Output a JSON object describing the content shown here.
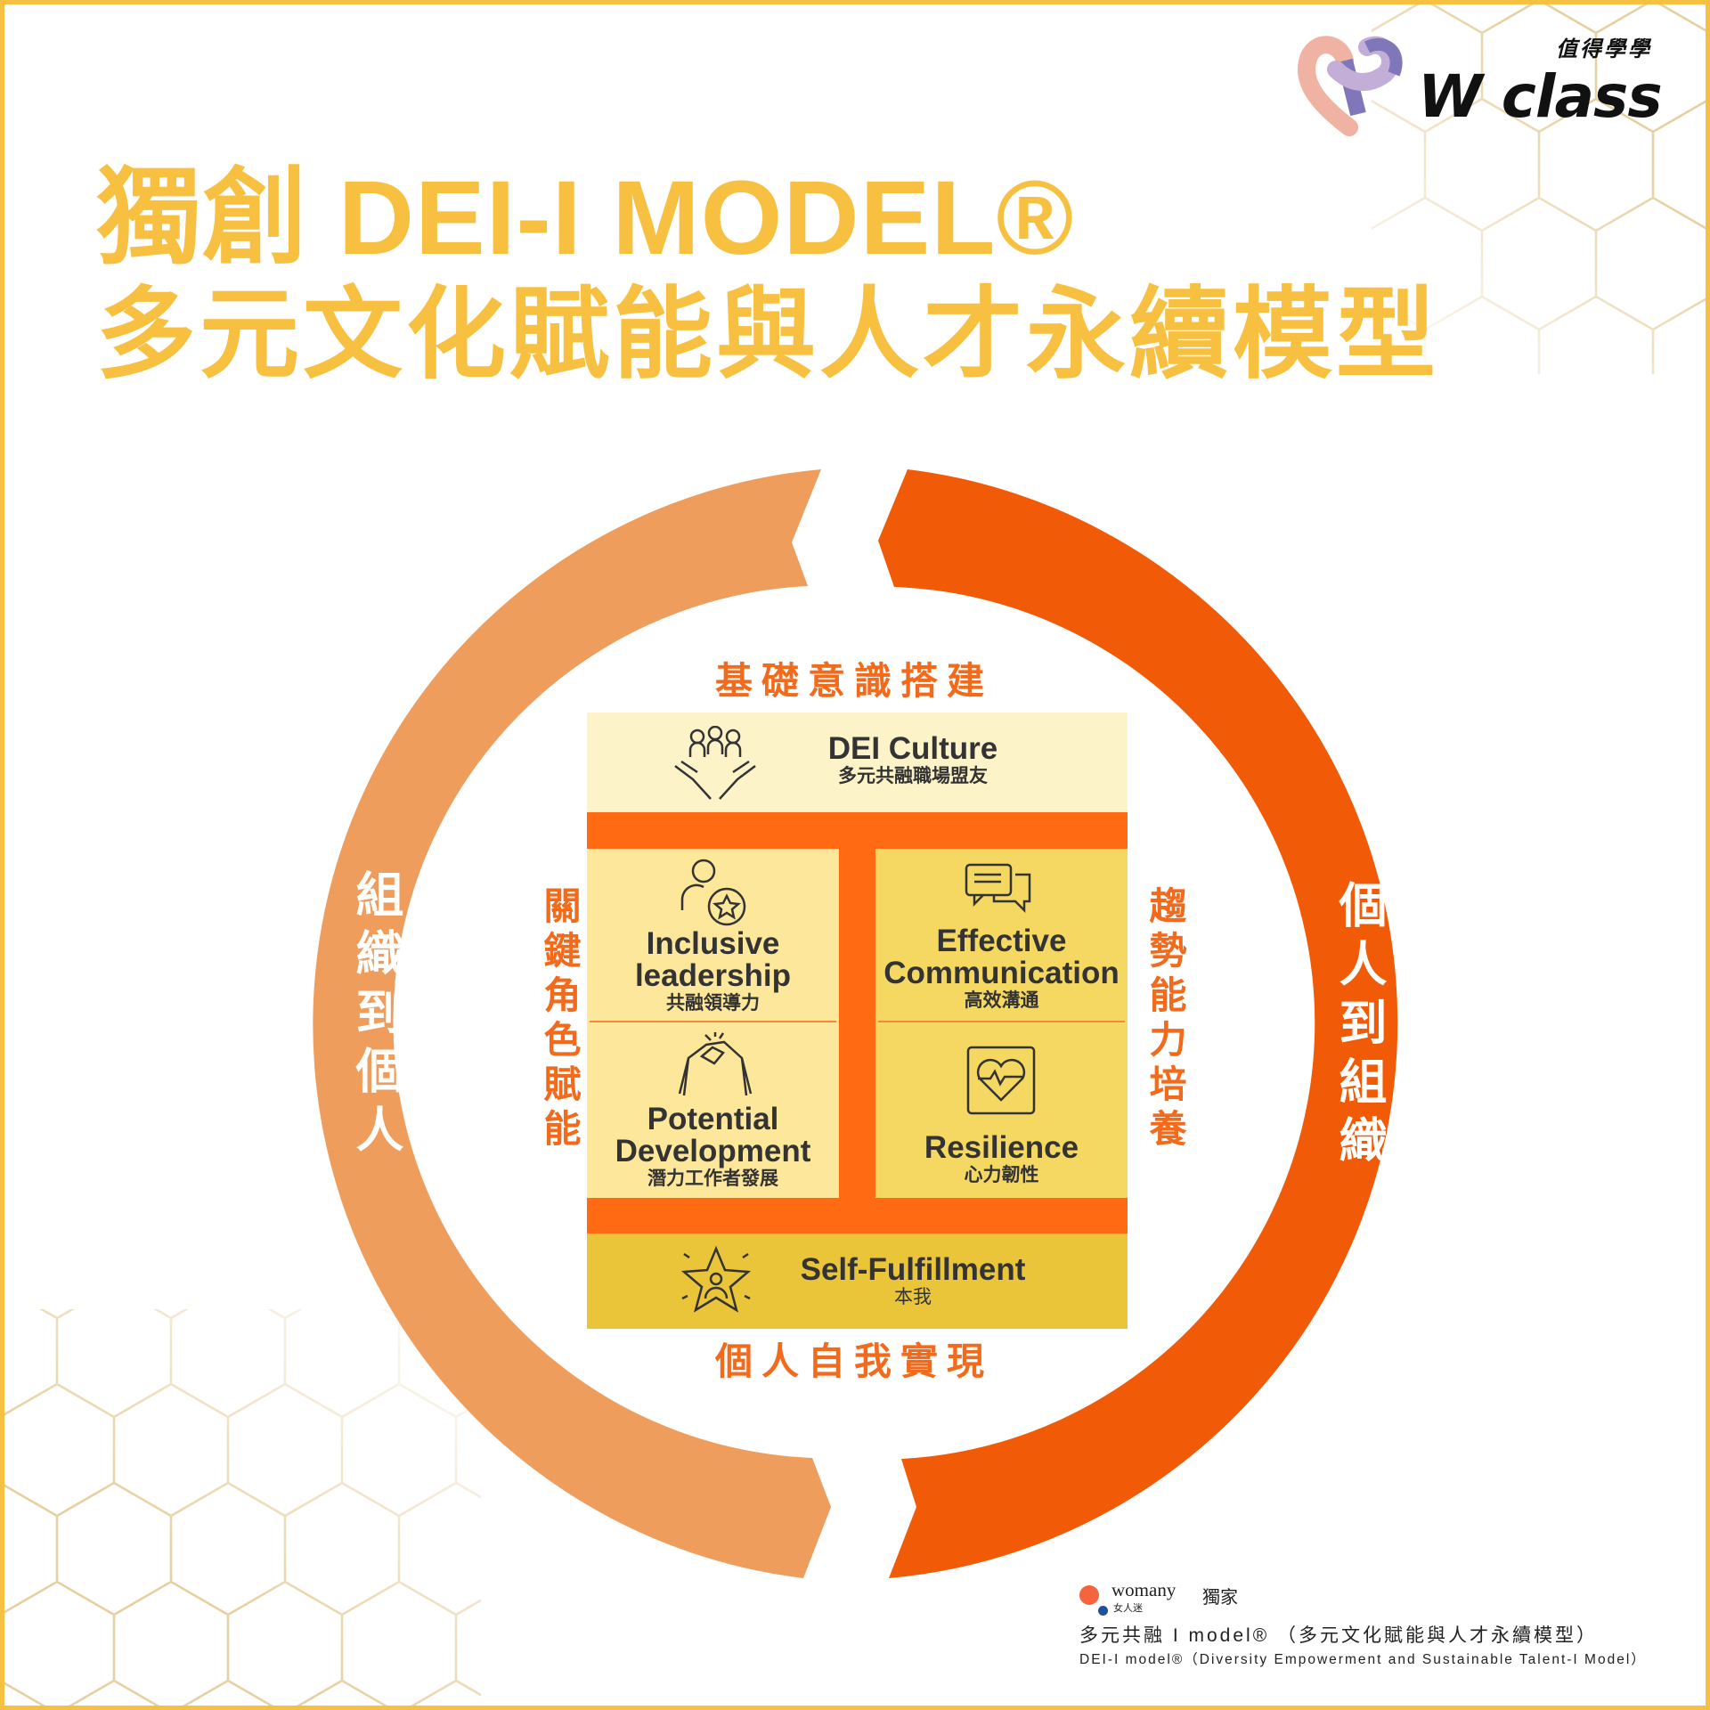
{
  "logo": {
    "brand": "W class",
    "tagline": "值得學學"
  },
  "title": {
    "line1": "獨創 DEI-I MODEL®",
    "line2": "多元文化賦能與人才永續模型"
  },
  "model": {
    "top_heading": "基礎意識搭建",
    "bottom_heading": "個人自我實現",
    "left_side": "關鍵角色賦能",
    "right_side": "趨勢能力培養",
    "left_arc": "組織到個人",
    "right_arc": "個人到組織",
    "cells": {
      "dei": {
        "en": "DEI Culture",
        "zh": "多元共融職場盟友"
      },
      "inclusive": {
        "en1": "Inclusive",
        "en2": "leadership",
        "zh": "共融領導力"
      },
      "communication": {
        "en1": "Effective",
        "en2": "Communication",
        "zh": "高效溝通"
      },
      "potential": {
        "en1": "Potential",
        "en2": "Development",
        "zh": "潛力工作者發展"
      },
      "resilience": {
        "en": "Resilience",
        "zh": "心力韌性"
      },
      "self": {
        "en": "Self-Fulfillment",
        "zh": "本我"
      }
    },
    "colors": {
      "left_arc": "#EE9D5C",
      "right_arc": "#F15A06",
      "band": "#FF6A13",
      "title": "#F7C040"
    }
  },
  "footer": {
    "partner": "womany",
    "partner_zh": "女人迷",
    "exclusive": "獨家",
    "line1": "多元共融 I model® （多元文化賦能與人才永續模型）",
    "line2": "DEI-I model®（Diversity Empowerment and Sustainable Talent-I Model）"
  }
}
